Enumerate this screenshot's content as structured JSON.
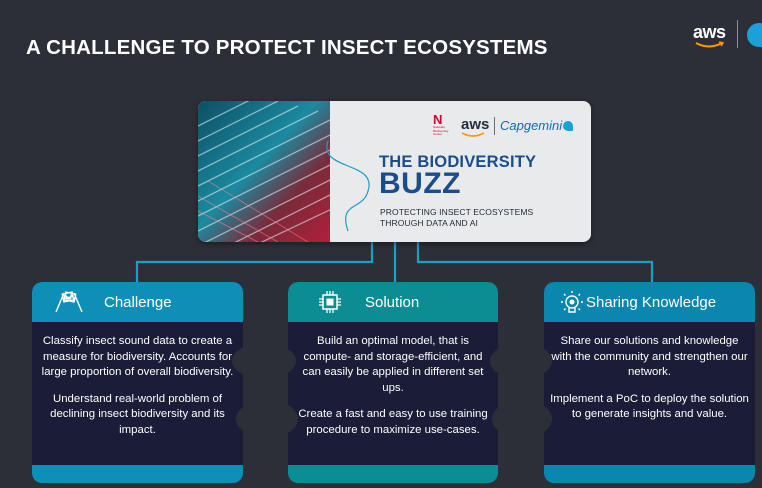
{
  "title": "A CHALLENGE TO PROTECT INSECT ECOSYSTEMS",
  "header_logos": {
    "aws": "aws"
  },
  "banner": {
    "title_line1": "THE BIODIVERSITY",
    "title_line2": "BUZZ",
    "subtitle_line1": "PROTECTING INSECT ECOSYSTEMS",
    "subtitle_line2": "THROUGH DATA AND AI",
    "logos": {
      "nhm_mark": "N",
      "nhm_text": [
        "Naturalis",
        "Biodiversity",
        "Center"
      ],
      "aws": "aws",
      "capgemini": "Capgemini"
    }
  },
  "cards": [
    {
      "label": "Challenge",
      "icon": "checkered-flags-icon",
      "paragraphs": [
        "Classify insect sound data to create a measure for biodiversity. Accounts for large proportion of overall biodiversity.",
        "Understand real-world problem of declining insect biodiversity and its impact."
      ]
    },
    {
      "label": "Solution",
      "icon": "chip-icon",
      "paragraphs": [
        "Build an optimal model, that is compute- and storage-efficient, and can easily be applied in different set ups.",
        "Create a fast and easy to use training procedure to maximize use-cases."
      ]
    },
    {
      "label": "Sharing Knowledge",
      "icon": "lightbulb-icon",
      "paragraphs": [
        "Share our solutions and knowledge with the community and strengthen our network.",
        "Implement a PoC to deploy the solution to generate insights and value."
      ]
    }
  ],
  "colors": {
    "background": "#2d2f38",
    "card_body": "#1b1c37",
    "challenge_accent": "#0e8fb8",
    "solution_accent": "#0c8c93",
    "sharing_accent": "#0b86ae",
    "banner_title": "#1b4d8a"
  }
}
